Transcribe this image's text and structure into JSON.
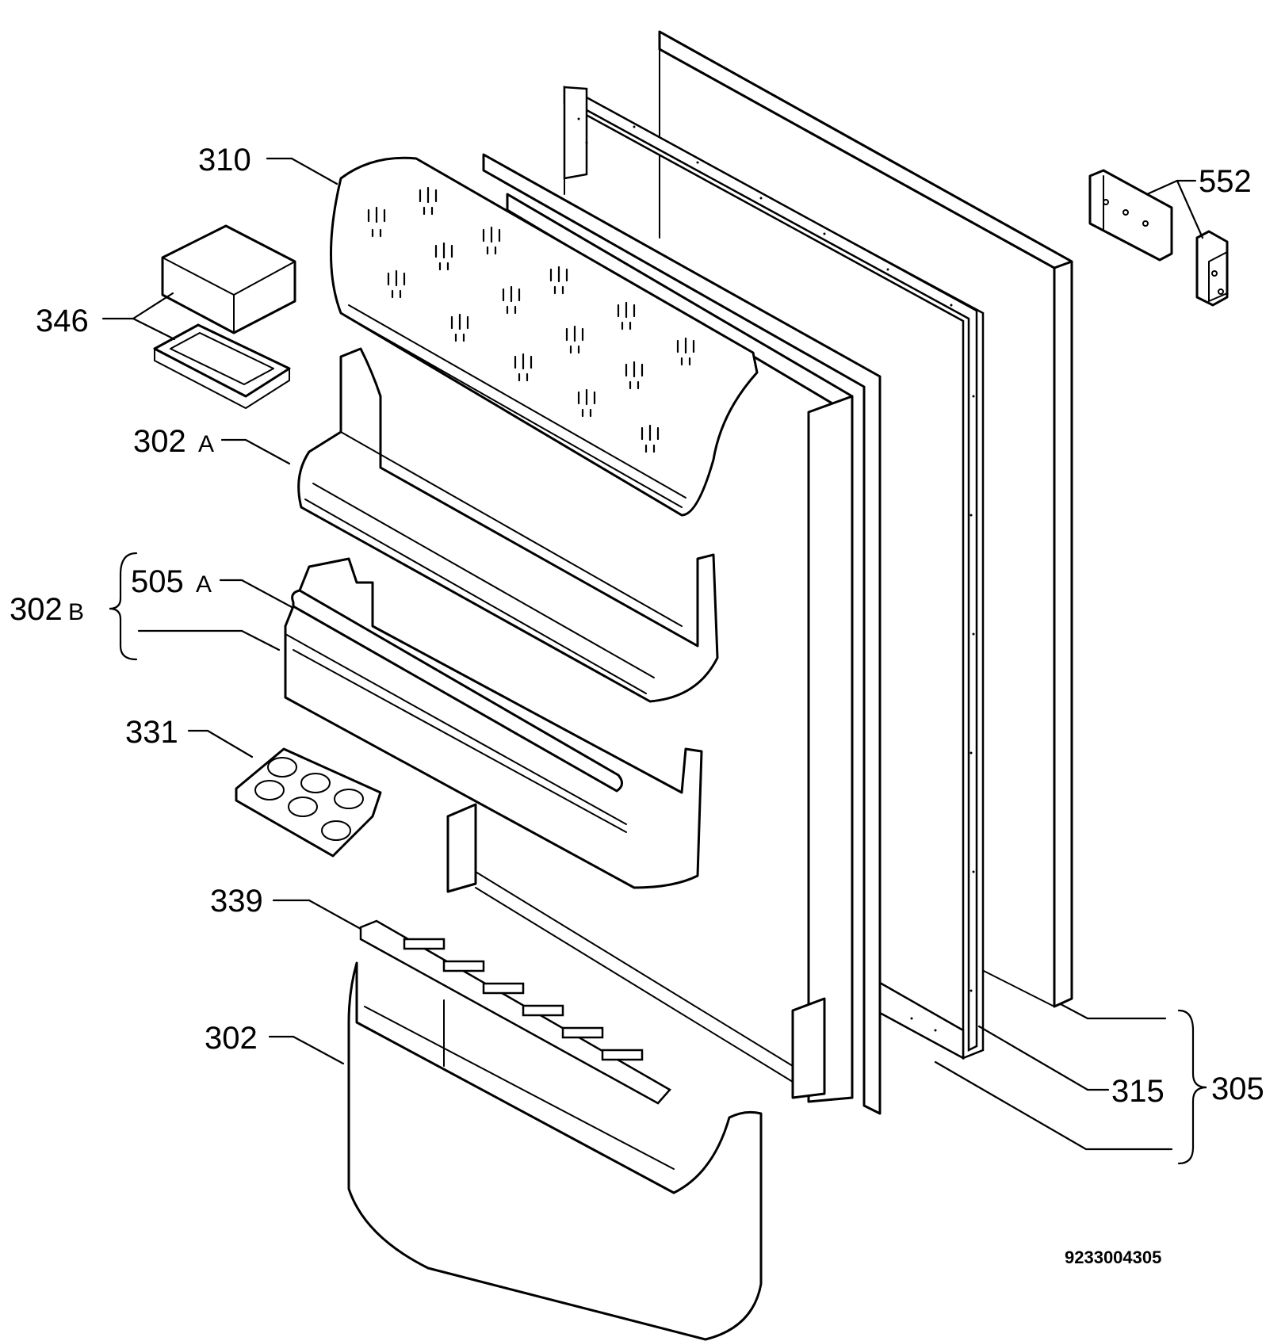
{
  "labels": {
    "p310": "310",
    "p346": "346",
    "p302a_num": "302",
    "p302a_suffix": "A",
    "p505a_num": "505",
    "p505a_suffix": "A",
    "p302b_num": "302",
    "p302b_suffix": "B",
    "p331": "331",
    "p339": "339",
    "p302": "302",
    "p552": "552",
    "p315": "315",
    "p305": "305"
  },
  "reference_number": "9233004305",
  "colors": {
    "line": "#000000",
    "background": "#ffffff"
  }
}
